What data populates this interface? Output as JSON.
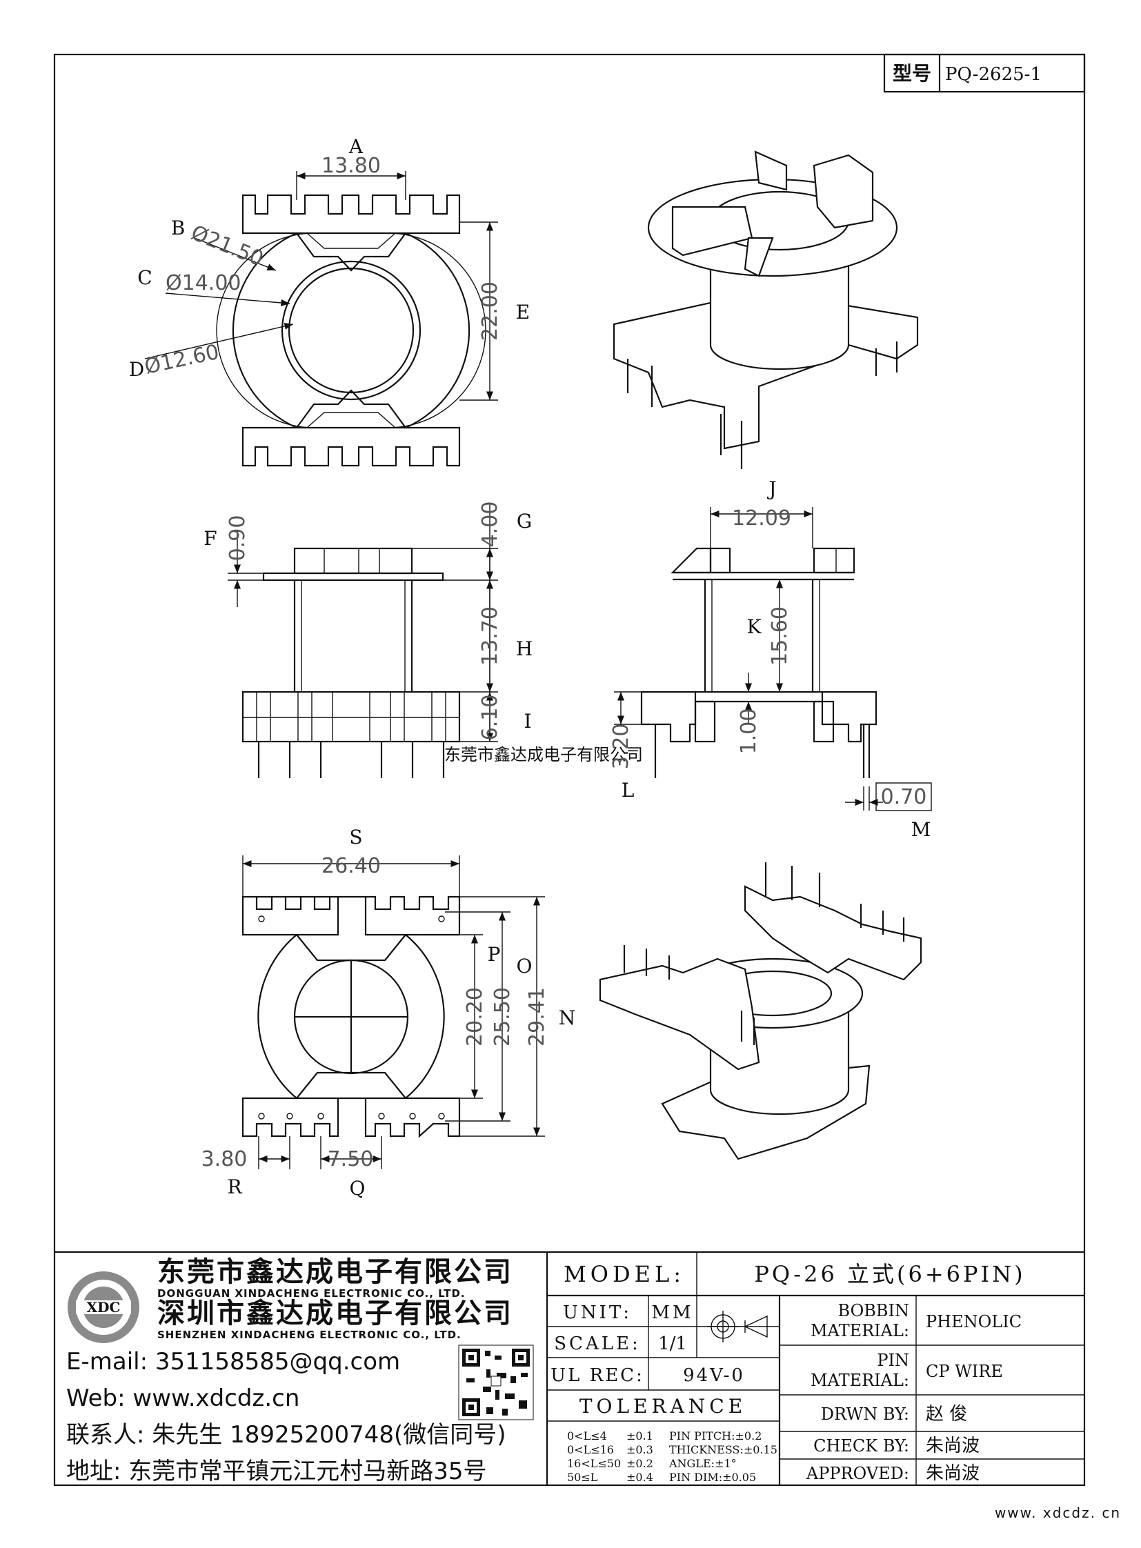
{
  "header": {
    "model_no_label": "型号",
    "model_no_value": "PQ-2625-1"
  },
  "dimensions": {
    "A": {
      "letter": "A",
      "value": "13.80"
    },
    "B": {
      "letter": "B",
      "value": "Ø21.50"
    },
    "C": {
      "letter": "C",
      "value": "Ø14.00"
    },
    "D": {
      "letter": "D",
      "value": "Ø12.60"
    },
    "E": {
      "letter": "E",
      "value": "22.00"
    },
    "F": {
      "letter": "F",
      "value": "0.90"
    },
    "G": {
      "letter": "G",
      "value": "4.00"
    },
    "H": {
      "letter": "H",
      "value": "13.70"
    },
    "I": {
      "letter": "I",
      "value": "6.10"
    },
    "J": {
      "letter": "J",
      "value": "12.09"
    },
    "K": {
      "letter": "K",
      "value": "15.60"
    },
    "L": {
      "letter": "L",
      "value": "3.20"
    },
    "L2": {
      "value": "1.00"
    },
    "M": {
      "letter": "M",
      "value": "0.70"
    },
    "S": {
      "letter": "S",
      "value": "26.40"
    },
    "P": {
      "letter": "P",
      "value": "20.20"
    },
    "O": {
      "letter": "O",
      "value": "25.50"
    },
    "N": {
      "letter": "N",
      "value": "29.41"
    },
    "R": {
      "letter": "R",
      "value": "3.80"
    },
    "Q": {
      "letter": "Q",
      "value": "7.50"
    }
  },
  "watermark": "东莞市鑫达成电子有限公司",
  "company": {
    "name_cn_1": "东莞市鑫达成电子有限公司",
    "name_en_1": "DONGGUAN XINDACHENG ELECTRONIC CO., LTD.",
    "name_cn_2": "深圳市鑫达成电子有限公司",
    "name_en_2": "SHENZHEN XINDACHENG ELECTRONIC CO., LTD.",
    "email": "E-mail: 351158585@qq.com",
    "web": "Web: www.xdcdz.cn",
    "contact": "联系人: 朱先生 18925200748(微信同号)",
    "address": "地址: 东莞市常平镇元江元村马新路35号",
    "logo_text": "XDC"
  },
  "titleblock": {
    "model_label": "MODEL:",
    "model_value": "PQ-26 立式(6+6PIN)",
    "unit_label": "UNIT:",
    "unit_value": "MM",
    "scale_label": "SCALE:",
    "scale_value": "1/1",
    "ul_label": "UL REC:",
    "ul_value": "94V-0",
    "tolerance_label": "TOLERANCE",
    "tol_rows": [
      {
        "range": "0<L≤4",
        "tol": "±0.1",
        "item": "PIN PITCH:±0.2"
      },
      {
        "range": "0<L≤16",
        "tol": "±0.3",
        "item": "THICKNESS:±0.15"
      },
      {
        "range": "16<L≤50",
        "tol": "±0.2",
        "item": "ANGLE:±1°"
      },
      {
        "range": "50≤L",
        "tol": "±0.4",
        "item": "PIN DIM:±0.05"
      }
    ],
    "bobbin_label_1": "BOBBIN",
    "bobbin_label_2": "MATERIAL:",
    "bobbin_value": "PHENOLIC",
    "pin_label_1": "PIN",
    "pin_label_2": "MATERIAL:",
    "pin_value": "CP WIRE",
    "drawn_label": "DRWN BY:",
    "drawn_value": "赵 俊",
    "check_label": "CHECK BY:",
    "check_value": "朱尚波",
    "approved_label": "APPROVED:",
    "approved_value": "朱尚波"
  },
  "footer_url": "www. xdcdz. cn"
}
